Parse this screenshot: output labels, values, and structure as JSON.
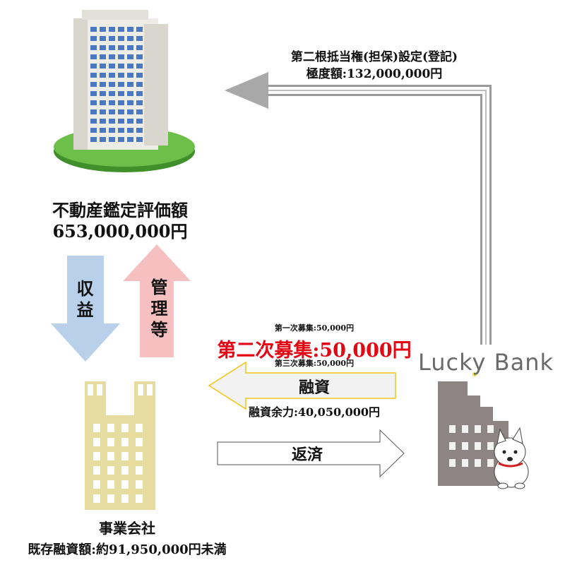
{
  "lien": {
    "line1": "第二根抵当権(担保)設定(登記)",
    "line2": "極度額:132,000,000円"
  },
  "appraisal": {
    "line1": "不動産鑑定評価額",
    "line2": "653,000,000円"
  },
  "flows": {
    "income": "収益",
    "management": "管理等",
    "loan": "融資",
    "repay": "返済"
  },
  "rounds": {
    "first": "第一次募集:50,000円",
    "second": "第二次募集:50,000円",
    "third": "第三次募集:50,000円"
  },
  "loan_capacity": "融資余力:40,050,000円",
  "company": {
    "name": "事業会社",
    "existing_loans": "既存融資額:約91,950,000円未満"
  },
  "brand": "Lucky Bank",
  "colors": {
    "income_arrow": "#b8d0ea",
    "management_arrow": "#f6c0c0",
    "highlight_text": "#e30613",
    "company_building": "#e6dca0",
    "bank_building": "#8c8584",
    "loan_arrow_border": "#f0c419"
  }
}
